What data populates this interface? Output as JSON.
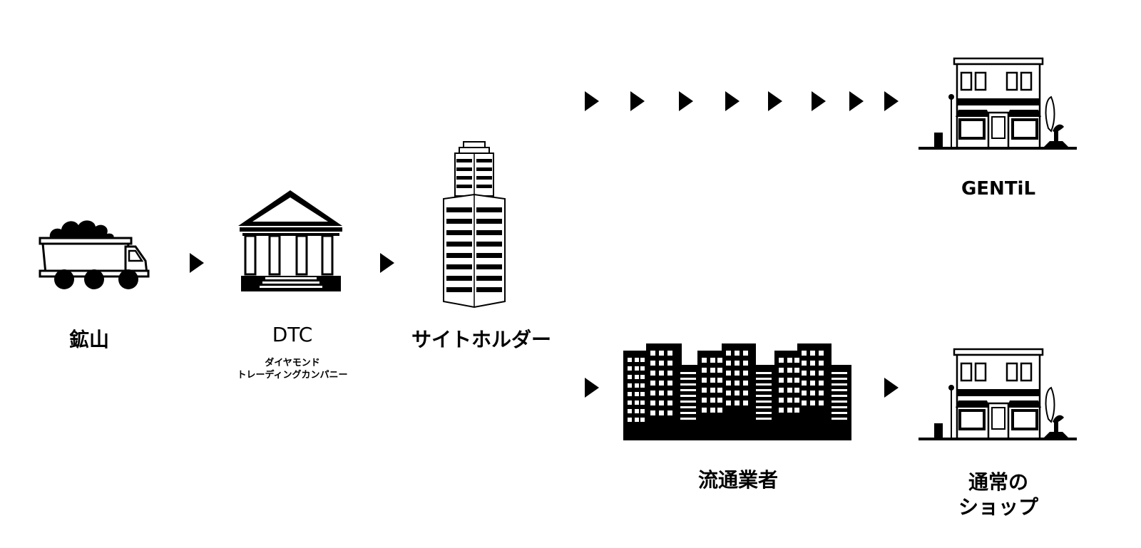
{
  "nodes": {
    "mine": {
      "label": "鉱山"
    },
    "dtc": {
      "label": "DTC",
      "sublabel_line1": "ダイヤモンド",
      "sublabel_line2": "トレーディングカンパニー"
    },
    "sightholder": {
      "label": "サイトホルダー"
    },
    "gentil": {
      "label": "GENTiL"
    },
    "distributors": {
      "label": "流通業者"
    },
    "regular_shop": {
      "label_line1": "通常の",
      "label_line2": "ショップ"
    }
  },
  "icons": {
    "mine": "dump-truck-icon",
    "dtc": "bank-building-icon",
    "sightholder": "skyscraper-icon",
    "distributors": "city-buildings-icon",
    "gentil": "shop-storefront-icon",
    "regular_shop": "shop-storefront-icon"
  },
  "colors": {
    "foreground": "#000000",
    "background": "#ffffff"
  }
}
